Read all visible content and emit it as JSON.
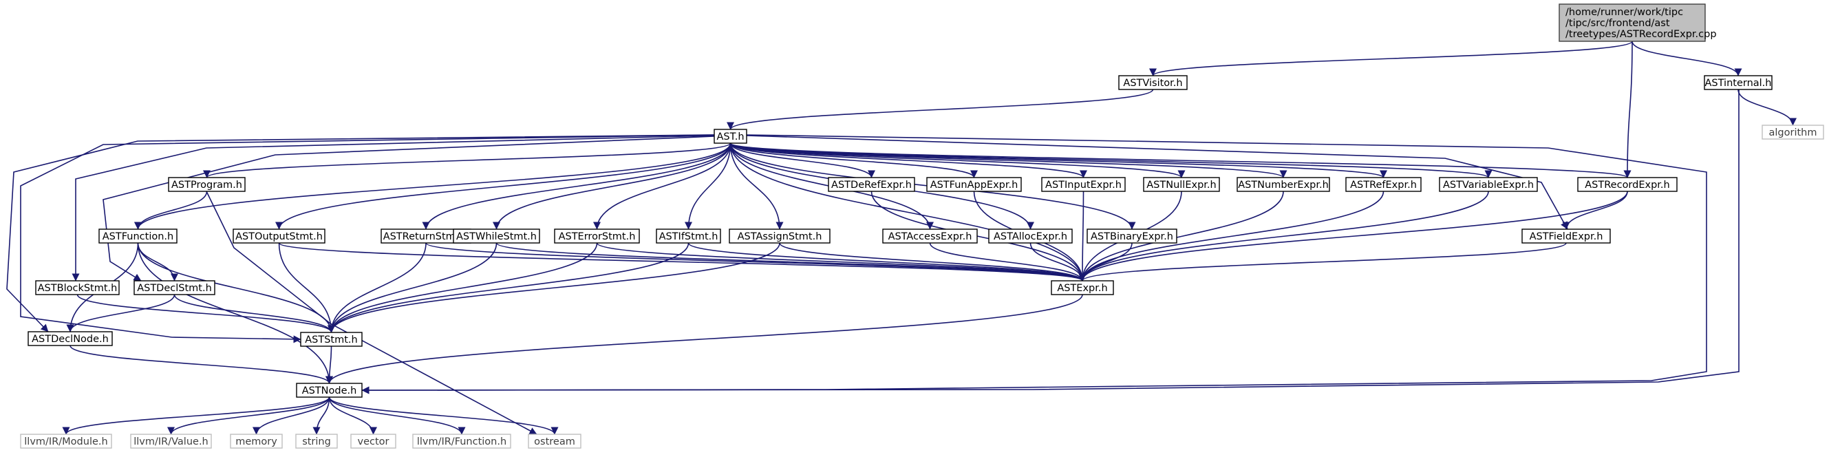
{
  "graph": {
    "root_label": [
      "/home/runner/work/tipc",
      "/tipc/src/frontend/ast",
      "/treetypes/ASTRecordExpr.cpp"
    ],
    "nodes": [
      {
        "id": "ASTVisitor",
        "label": "ASTVisitor.h",
        "kind": "doc"
      },
      {
        "id": "ASTinternal",
        "label": "ASTinternal.h",
        "kind": "doc"
      },
      {
        "id": "algorithm",
        "label": "algorithm",
        "kind": "sys"
      },
      {
        "id": "AST",
        "label": "AST.h",
        "kind": "doc"
      },
      {
        "id": "ASTProgram",
        "label": "ASTProgram.h",
        "kind": "doc"
      },
      {
        "id": "ASTDeRefExpr",
        "label": "ASTDeRefExpr.h",
        "kind": "doc"
      },
      {
        "id": "ASTFunAppExpr",
        "label": "ASTFunAppExpr.h",
        "kind": "doc"
      },
      {
        "id": "ASTInputExpr",
        "label": "ASTInputExpr.h",
        "kind": "doc"
      },
      {
        "id": "ASTNullExpr",
        "label": "ASTNullExpr.h",
        "kind": "doc"
      },
      {
        "id": "ASTNumberExpr",
        "label": "ASTNumberExpr.h",
        "kind": "doc"
      },
      {
        "id": "ASTRefExpr",
        "label": "ASTRefExpr.h",
        "kind": "doc"
      },
      {
        "id": "ASTVariableExpr",
        "label": "ASTVariableExpr.h",
        "kind": "doc"
      },
      {
        "id": "ASTRecordExpr",
        "label": "ASTRecordExpr.h",
        "kind": "doc"
      },
      {
        "id": "ASTFunction",
        "label": "ASTFunction.h",
        "kind": "doc"
      },
      {
        "id": "ASTOutputStmt",
        "label": "ASTOutputStmt.h",
        "kind": "doc"
      },
      {
        "id": "ASTReturnStmt",
        "label": "ASTReturnStmt.h",
        "kind": "doc"
      },
      {
        "id": "ASTWhileStmt",
        "label": "ASTWhileStmt.h",
        "kind": "doc"
      },
      {
        "id": "ASTErrorStmt",
        "label": "ASTErrorStmt.h",
        "kind": "doc"
      },
      {
        "id": "ASTIfStmt",
        "label": "ASTIfStmt.h",
        "kind": "doc"
      },
      {
        "id": "ASTAssignStmt",
        "label": "ASTAssignStmt.h",
        "kind": "doc"
      },
      {
        "id": "ASTAccessExpr",
        "label": "ASTAccessExpr.h",
        "kind": "doc"
      },
      {
        "id": "ASTAllocExpr",
        "label": "ASTAllocExpr.h",
        "kind": "doc"
      },
      {
        "id": "ASTBinaryExpr",
        "label": "ASTBinaryExpr.h",
        "kind": "doc"
      },
      {
        "id": "ASTFieldExpr",
        "label": "ASTFieldExpr.h",
        "kind": "doc"
      },
      {
        "id": "ASTBlockStmt",
        "label": "ASTBlockStmt.h",
        "kind": "doc"
      },
      {
        "id": "ASTDeclStmt",
        "label": "ASTDeclStmt.h",
        "kind": "doc"
      },
      {
        "id": "ASTExpr",
        "label": "ASTExpr.h",
        "kind": "doc"
      },
      {
        "id": "ASTDeclNode",
        "label": "ASTDeclNode.h",
        "kind": "doc"
      },
      {
        "id": "ASTStmt",
        "label": "ASTStmt.h",
        "kind": "doc"
      },
      {
        "id": "ASTNode",
        "label": "ASTNode.h",
        "kind": "doc"
      },
      {
        "id": "llvmModule",
        "label": "llvm/IR/Module.h",
        "kind": "sys"
      },
      {
        "id": "llvmValue",
        "label": "llvm/IR/Value.h",
        "kind": "sys"
      },
      {
        "id": "memory",
        "label": "memory",
        "kind": "sys"
      },
      {
        "id": "string",
        "label": "string",
        "kind": "sys"
      },
      {
        "id": "vector",
        "label": "vector",
        "kind": "sys"
      },
      {
        "id": "llvmFunction",
        "label": "llvm/IR/Function.h",
        "kind": "sys"
      },
      {
        "id": "ostream",
        "label": "ostream",
        "kind": "sys"
      }
    ],
    "edges": [
      [
        "ROOT",
        "ASTVisitor"
      ],
      [
        "ROOT",
        "ASTinternal"
      ],
      [
        "ROOT",
        "ASTRecordExpr"
      ],
      [
        "ASTVisitor",
        "AST"
      ],
      [
        "ASTinternal",
        "algorithm"
      ],
      [
        "ASTinternal",
        "ASTNode"
      ],
      [
        "AST",
        "ASTProgram"
      ],
      [
        "AST",
        "ASTDeRefExpr"
      ],
      [
        "AST",
        "ASTFunAppExpr"
      ],
      [
        "AST",
        "ASTInputExpr"
      ],
      [
        "AST",
        "ASTNullExpr"
      ],
      [
        "AST",
        "ASTNumberExpr"
      ],
      [
        "AST",
        "ASTRefExpr"
      ],
      [
        "AST",
        "ASTVariableExpr"
      ],
      [
        "AST",
        "ASTRecordExpr"
      ],
      [
        "AST",
        "ASTFunction"
      ],
      [
        "AST",
        "ASTOutputStmt"
      ],
      [
        "AST",
        "ASTReturnStmt"
      ],
      [
        "AST",
        "ASTWhileStmt"
      ],
      [
        "AST",
        "ASTErrorStmt"
      ],
      [
        "AST",
        "ASTIfStmt"
      ],
      [
        "AST",
        "ASTAssignStmt"
      ],
      [
        "AST",
        "ASTAccessExpr"
      ],
      [
        "AST",
        "ASTAllocExpr"
      ],
      [
        "AST",
        "ASTBinaryExpr"
      ],
      [
        "AST",
        "ASTFieldExpr"
      ],
      [
        "AST",
        "ASTBlockStmt"
      ],
      [
        "AST",
        "ASTDeclStmt"
      ],
      [
        "AST",
        "ASTDeclNode"
      ],
      [
        "AST",
        "ASTStmt"
      ],
      [
        "AST",
        "ASTExpr"
      ],
      [
        "AST",
        "ASTNode"
      ],
      [
        "ASTProgram",
        "ASTFunction"
      ],
      [
        "ASTProgram",
        "ostream"
      ],
      [
        "ASTDeRefExpr",
        "ASTExpr"
      ],
      [
        "ASTFunAppExpr",
        "ASTExpr"
      ],
      [
        "ASTInputExpr",
        "ASTExpr"
      ],
      [
        "ASTNullExpr",
        "ASTExpr"
      ],
      [
        "ASTNumberExpr",
        "ASTExpr"
      ],
      [
        "ASTRefExpr",
        "ASTExpr"
      ],
      [
        "ASTVariableExpr",
        "ASTExpr"
      ],
      [
        "ASTRecordExpr",
        "ASTFieldExpr"
      ],
      [
        "ASTRecordExpr",
        "ASTExpr"
      ],
      [
        "ASTFunction",
        "ASTDeclStmt"
      ],
      [
        "ASTFunction",
        "ASTStmt"
      ],
      [
        "ASTFunction",
        "ASTDeclNode"
      ],
      [
        "ASTFunction",
        "ASTNode"
      ],
      [
        "ASTOutputStmt",
        "ASTStmt"
      ],
      [
        "ASTOutputStmt",
        "ASTExpr"
      ],
      [
        "ASTReturnStmt",
        "ASTStmt"
      ],
      [
        "ASTReturnStmt",
        "ASTExpr"
      ],
      [
        "ASTWhileStmt",
        "ASTStmt"
      ],
      [
        "ASTWhileStmt",
        "ASTExpr"
      ],
      [
        "ASTErrorStmt",
        "ASTStmt"
      ],
      [
        "ASTErrorStmt",
        "ASTExpr"
      ],
      [
        "ASTIfStmt",
        "ASTStmt"
      ],
      [
        "ASTIfStmt",
        "ASTExpr"
      ],
      [
        "ASTAssignStmt",
        "ASTStmt"
      ],
      [
        "ASTAssignStmt",
        "ASTExpr"
      ],
      [
        "ASTAccessExpr",
        "ASTExpr"
      ],
      [
        "ASTAllocExpr",
        "ASTExpr"
      ],
      [
        "ASTBinaryExpr",
        "ASTExpr"
      ],
      [
        "ASTFieldExpr",
        "ASTExpr"
      ],
      [
        "ASTBlockStmt",
        "ASTStmt"
      ],
      [
        "ASTDeclStmt",
        "ASTDeclNode"
      ],
      [
        "ASTDeclStmt",
        "ASTStmt"
      ],
      [
        "ASTExpr",
        "ASTNode"
      ],
      [
        "ASTDeclNode",
        "ASTNode"
      ],
      [
        "ASTStmt",
        "ASTNode"
      ],
      [
        "ASTNode",
        "llvmModule"
      ],
      [
        "ASTNode",
        "llvmValue"
      ],
      [
        "ASTNode",
        "memory"
      ],
      [
        "ASTNode",
        "string"
      ],
      [
        "ASTNode",
        "vector"
      ],
      [
        "ASTNode",
        "llvmFunction"
      ],
      [
        "ASTNode",
        "ostream"
      ]
    ]
  }
}
